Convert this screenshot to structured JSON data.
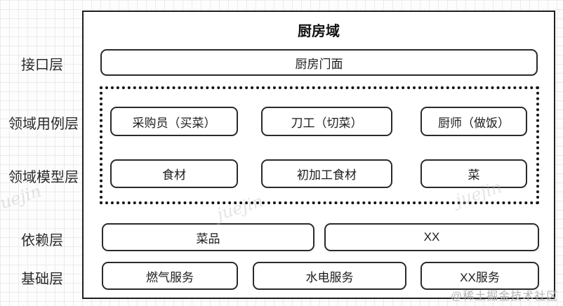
{
  "diagram": {
    "title": "厨房域",
    "layers": {
      "interface": "接口层",
      "usecase": "领域用例层",
      "model": "领域模型层",
      "dependency": "依赖层",
      "foundation": "基础层"
    },
    "facade": "厨房门面",
    "usecases": [
      "采购员（买菜）",
      "刀工（切菜）",
      "厨师（做饭）"
    ],
    "models": [
      "食材",
      "初加工食材",
      "菜"
    ],
    "dependencies": [
      "菜品",
      "XX"
    ],
    "foundations": [
      "燃气服务",
      "水电服务",
      "XX服务"
    ],
    "watermark": "@稀土掘金技术社区",
    "background_watermark": "juejin",
    "colors": {
      "line": "#1f1f1f",
      "grid": "#ebebeb",
      "watermark": "#b5b5b5"
    }
  }
}
